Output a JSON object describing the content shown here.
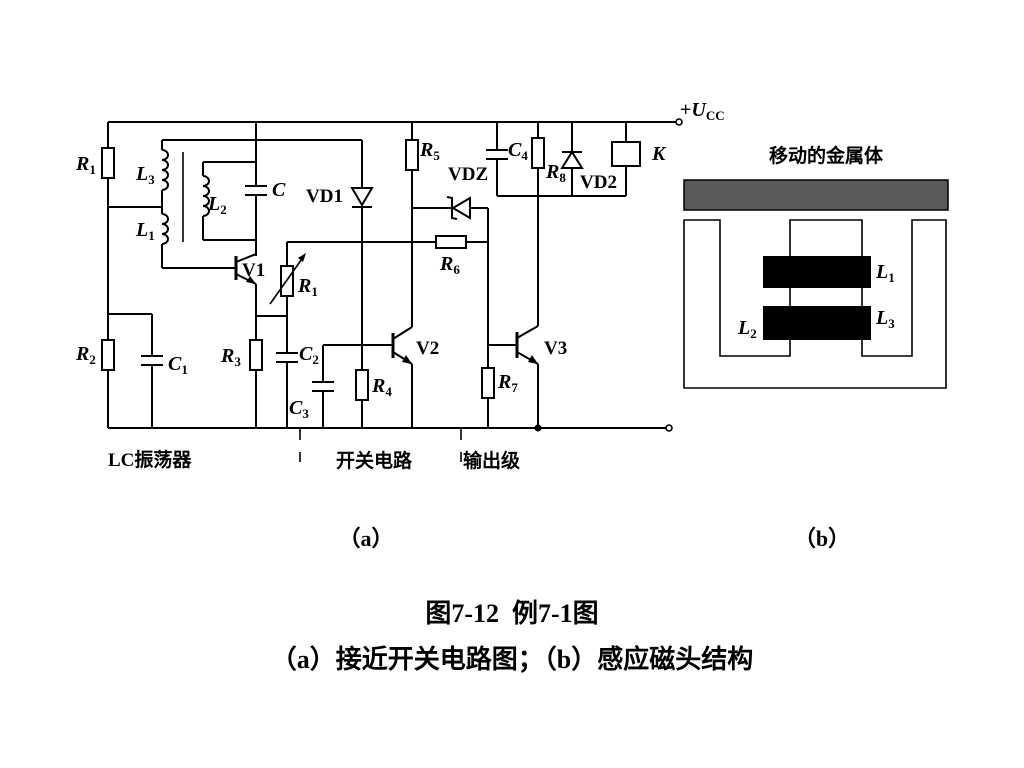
{
  "figure": {
    "title": "图7-12  例7-1图",
    "subtitle": "（a）接近开关电路图；（b）感应磁头结构",
    "panel_a_label": "（a）",
    "panel_b_label": "（b）"
  },
  "circuit": {
    "supply": {
      "prefix": "+",
      "main": "U",
      "sub": "CC"
    },
    "section_labels": [
      "LC振荡器",
      "开关电路",
      "输出级"
    ],
    "components": {
      "R1_left": {
        "main": "R",
        "sub": "1"
      },
      "R2": {
        "main": "R",
        "sub": "2"
      },
      "R3": {
        "main": "R",
        "sub": "3"
      },
      "R4": {
        "main": "R",
        "sub": "4"
      },
      "R5": {
        "main": "R",
        "sub": "5"
      },
      "R6": {
        "main": "R",
        "sub": "6"
      },
      "R7": {
        "main": "R",
        "sub": "7"
      },
      "R8": {
        "main": "R",
        "sub": "8"
      },
      "R1_var": {
        "main": "R",
        "sub": "1"
      },
      "L1": {
        "main": "L",
        "sub": "1"
      },
      "L2": {
        "main": "L",
        "sub": "2"
      },
      "L3": {
        "main": "L",
        "sub": "3"
      },
      "C": {
        "main": "C",
        "sub": ""
      },
      "C1": {
        "main": "C",
        "sub": "1"
      },
      "C2": {
        "main": "C",
        "sub": "2"
      },
      "C3": {
        "main": "C",
        "sub": "3"
      },
      "C4": {
        "main": "C",
        "sub": "4"
      },
      "V1": "V1",
      "V2": "V2",
      "V3": "V3",
      "VD1": "VD1",
      "VD2": "VD2",
      "VDZ": "VDZ",
      "K": "K"
    }
  },
  "sensor_head": {
    "title": "移动的金属体",
    "L1": {
      "main": "L",
      "sub": "1"
    },
    "L2": {
      "main": "L",
      "sub": "2"
    },
    "L3": {
      "main": "L",
      "sub": "3"
    },
    "colors": {
      "metal_body": "#5a5a5a",
      "coil": "#000000",
      "outline": "#000000"
    }
  }
}
